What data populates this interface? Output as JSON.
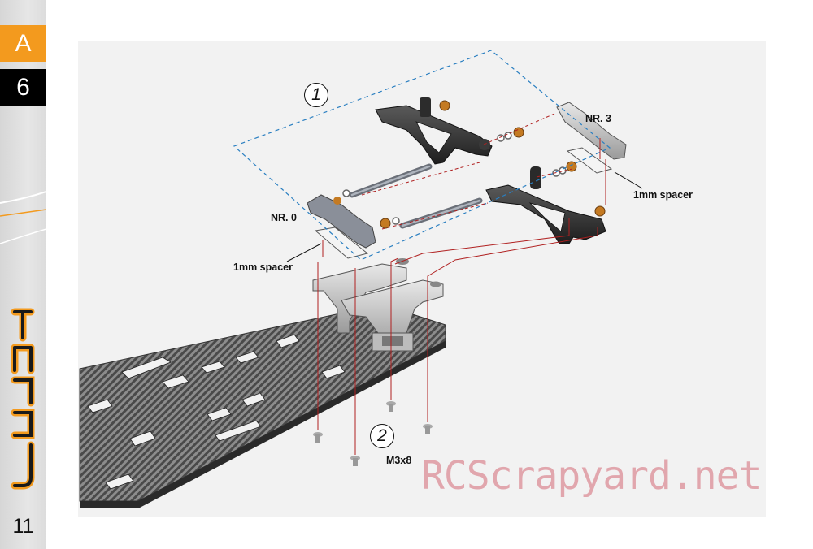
{
  "sidebar": {
    "section_letter": "A",
    "step_number": "6",
    "page_number": "11",
    "accent_color": "#f39a1e"
  },
  "diagram": {
    "step_1_marker": "1",
    "step_2_marker": "2",
    "labels": {
      "nr3": "NR. 3",
      "nr0": "NR. 0",
      "spacer_right": "1mm spacer",
      "spacer_left": "1mm spacer",
      "screw": "M3x8"
    }
  },
  "watermark": "RCScrapyard.net"
}
